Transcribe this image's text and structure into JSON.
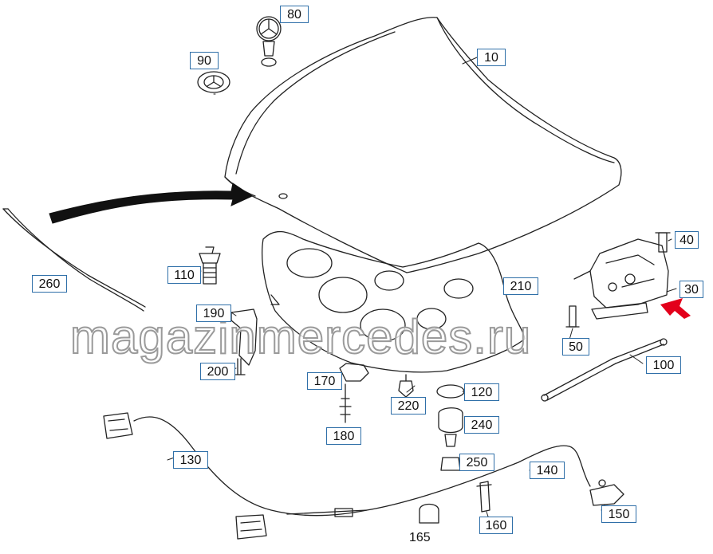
{
  "watermark": "magazinmercedes.ru",
  "callouts": {
    "c10": "10",
    "c30": "30",
    "c40": "40",
    "c50": "50",
    "c80": "80",
    "c90": "90",
    "c100": "100",
    "c110": "110",
    "c120": "120",
    "c130": "130",
    "c140": "140",
    "c150": "150",
    "c160": "160",
    "c165": "165",
    "c170": "170",
    "c180": "180",
    "c190": "190",
    "c200": "200",
    "c210": "210",
    "c220": "220",
    "c240": "240",
    "c250": "250",
    "c260": "260"
  },
  "colors": {
    "callout_border": "#2f6fa8",
    "highlight_arrow": "#e3001b",
    "line": "#222222"
  }
}
